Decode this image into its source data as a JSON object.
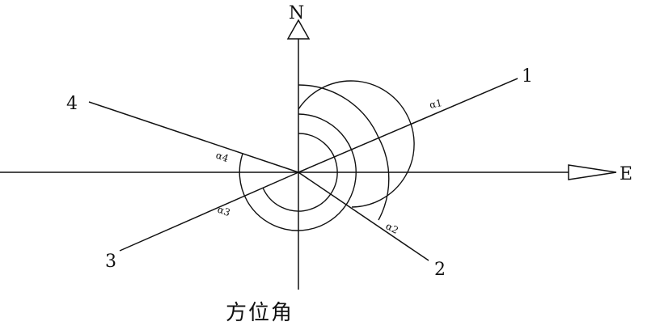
{
  "diagram": {
    "north_label": "N",
    "east_label": "E",
    "direction_labels": [
      "1",
      "2",
      "3",
      "4"
    ],
    "angle_labels": [
      "α1",
      "α2",
      "α3",
      "α4"
    ],
    "caption": "方位角"
  },
  "colors": {
    "ink": "#111111",
    "background": "#ffffff"
  }
}
